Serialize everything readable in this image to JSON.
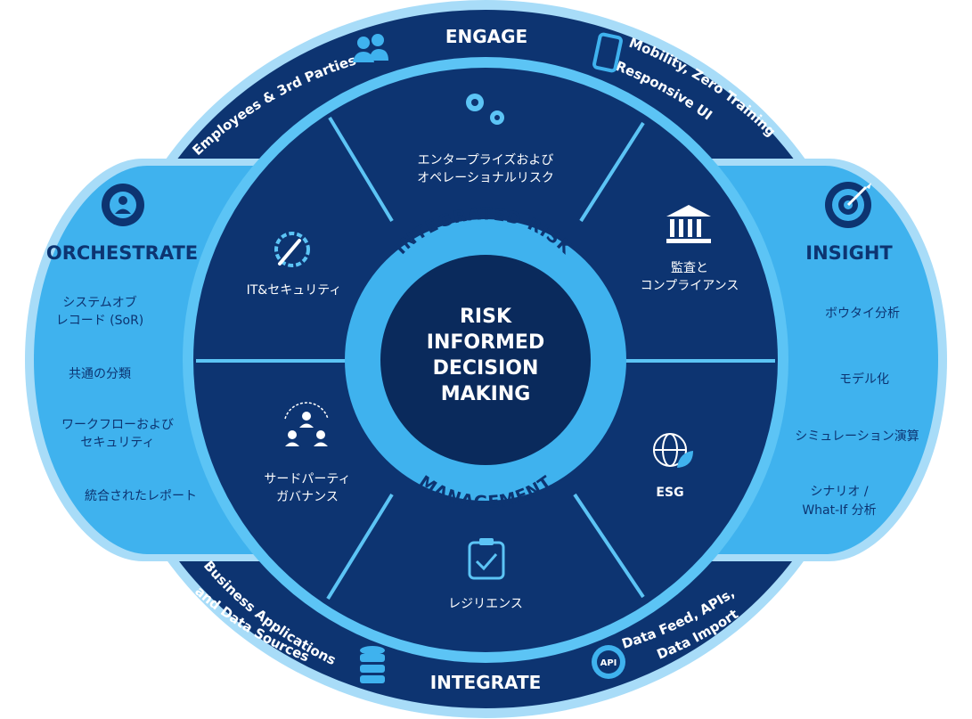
{
  "engage": {
    "title": "ENGAGE",
    "left_arc": "Employees & 3rd Parties",
    "right_arc_1": "Mobility, Zero Training",
    "right_arc_2": "Responsive UI"
  },
  "integrate": {
    "title": "INTEGRATE",
    "left_arc_1": "Business Applications",
    "left_arc_2": "and Data Sources",
    "right_arc_1": "Data Feed, APIs,",
    "right_arc_2": "Data Import",
    "api_badge": "API"
  },
  "ring": {
    "top": "INTEGRATED RISK",
    "bottom": "MANAGEMENT"
  },
  "center": {
    "line1": "RISK",
    "line2": "INFORMED",
    "line3": "DECISION",
    "line4": "MAKING"
  },
  "segments": {
    "enterprise": {
      "line1": "エンタープライズおよび",
      "line2": "オペレーショナルリスク",
      "icon": "gears-icon"
    },
    "audit": {
      "line1": "監査と",
      "line2": "コンプライアンス",
      "icon": "bank-icon"
    },
    "esg": {
      "line1": "ESG",
      "icon": "globe-leaf-icon"
    },
    "resilience": {
      "line1": "レジリエンス",
      "icon": "clipboard-check-icon"
    },
    "thirdparty": {
      "line1": "サードパーティ",
      "line2": "ガバナンス",
      "icon": "network-people-icon"
    },
    "it": {
      "line1": "IT&セキュリティ",
      "icon": "wrench-gear-icon"
    }
  },
  "orchestrate": {
    "title": "ORCHESTRATE",
    "icon": "gear-user-icon",
    "items": [
      {
        "line1": "システムオブ",
        "line2": "レコード (SoR)"
      },
      {
        "line1": "共通の分類",
        "line2": ""
      },
      {
        "line1": "ワークフローおよび",
        "line2": "セキュリティ"
      },
      {
        "line1": "統合されたレポート",
        "line2": ""
      }
    ]
  },
  "insight": {
    "title": "INSIGHT",
    "icon": "target-icon",
    "items": [
      {
        "line1": "ボウタイ分析",
        "line2": ""
      },
      {
        "line1": "モデル化",
        "line2": ""
      },
      {
        "line1": "シミュレーション演算",
        "line2": ""
      },
      {
        "line1": "シナリオ /",
        "line2": "What-If 分析"
      }
    ]
  },
  "colors": {
    "navy": "#0d3471",
    "navy_dark": "#0a2a5c",
    "sky": "#3fb2ee",
    "sky_light": "#5cc4f5",
    "pale": "#a8dcf8",
    "white": "#ffffff"
  }
}
